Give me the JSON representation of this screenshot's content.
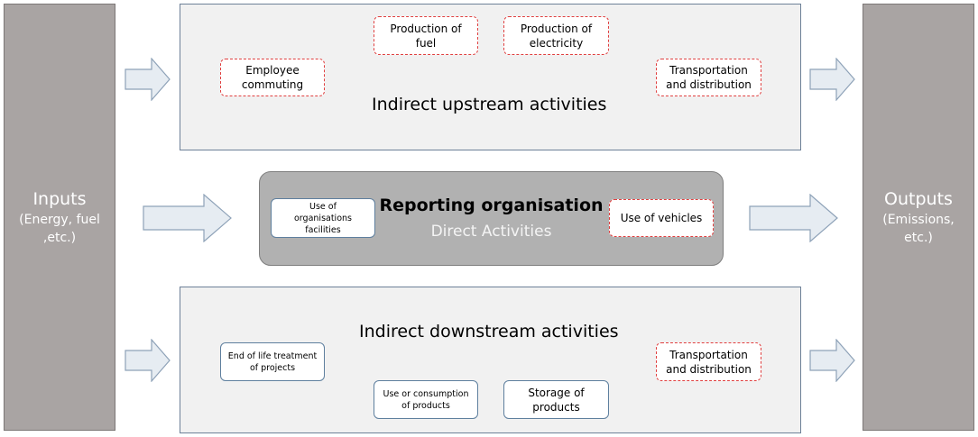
{
  "inputs": {
    "title": "Inputs",
    "subtitle": "(Energy, fuel\n,etc.)"
  },
  "outputs": {
    "title": "Outputs",
    "subtitle": "(Emissions,\netc.)"
  },
  "upstream": {
    "title": "Indirect upstream activities",
    "boxes": {
      "employee_commuting": "Employee\ncommuting",
      "production_fuel": "Production of\nfuel",
      "production_electricity": "Production of\nelectricity",
      "transportation": "Transportation\nand distribution"
    }
  },
  "reporting": {
    "title": "Reporting organisation",
    "subtitle": "Direct Activities",
    "boxes": {
      "facilities": "Use of\norganisations\nfacilities",
      "vehicles": "Use of vehicles"
    }
  },
  "downstream": {
    "title": "Indirect downstream activities",
    "boxes": {
      "end_of_life": "End of life treatment\nof projects",
      "use_consumption": "Use or consumption\nof products",
      "storage": "Storage of\nproducts",
      "transportation": "Transportation\nand distribution"
    }
  },
  "colors": {
    "pillar": "#a9a4a3",
    "panel": "#f1f1f1",
    "center": "#b1b1b1",
    "dashed_border": "#e04040",
    "solid_border": "#5e7f9e",
    "arrow_fill": "#e6ecf2",
    "arrow_stroke": "#8ea2b8"
  }
}
